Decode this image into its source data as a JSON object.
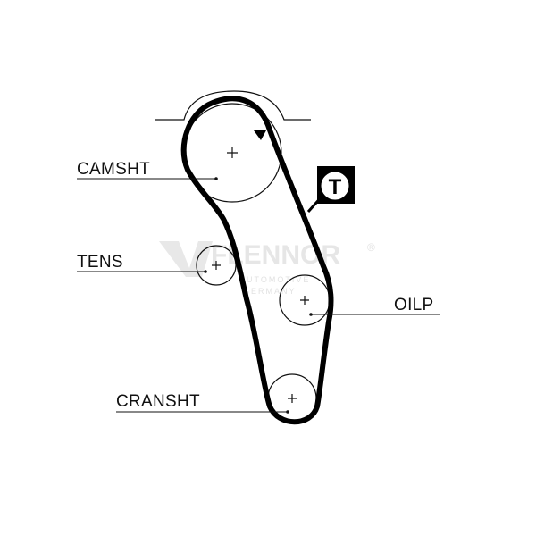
{
  "diagram": {
    "pulleys": [
      {
        "id": "camshaft",
        "label": "CAMSHT"
      },
      {
        "id": "tensioner",
        "label": "TENS"
      },
      {
        "id": "oil-pump",
        "label": "OILP"
      },
      {
        "id": "crankshaft",
        "label": "CRANSHT"
      }
    ],
    "tensioner_symbol": "T",
    "rotation_direction": "clockwise",
    "watermark": {
      "brand": "FLENNOR",
      "registered": "®",
      "line1": "AUTOMOTIVE",
      "line2": "GERMANY"
    },
    "colors": {
      "belt": "#000000",
      "line": "#111111",
      "watermark": "#e6e6e6",
      "background": "#ffffff"
    }
  }
}
